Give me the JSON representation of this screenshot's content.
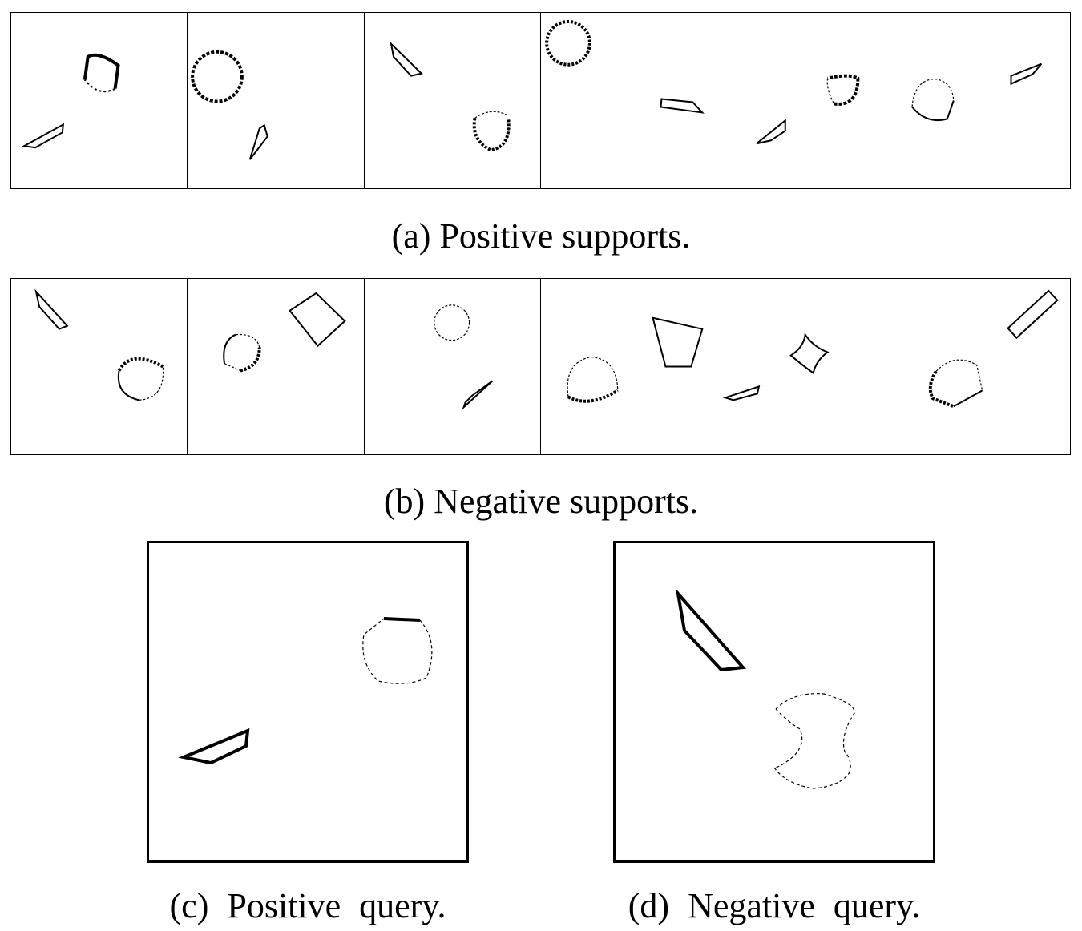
{
  "captions": {
    "a": "(a) Positive supports.",
    "b": "(b) Negative supports.",
    "c": "(c)  Positive  query.",
    "d": "(d) Negative query."
  }
}
